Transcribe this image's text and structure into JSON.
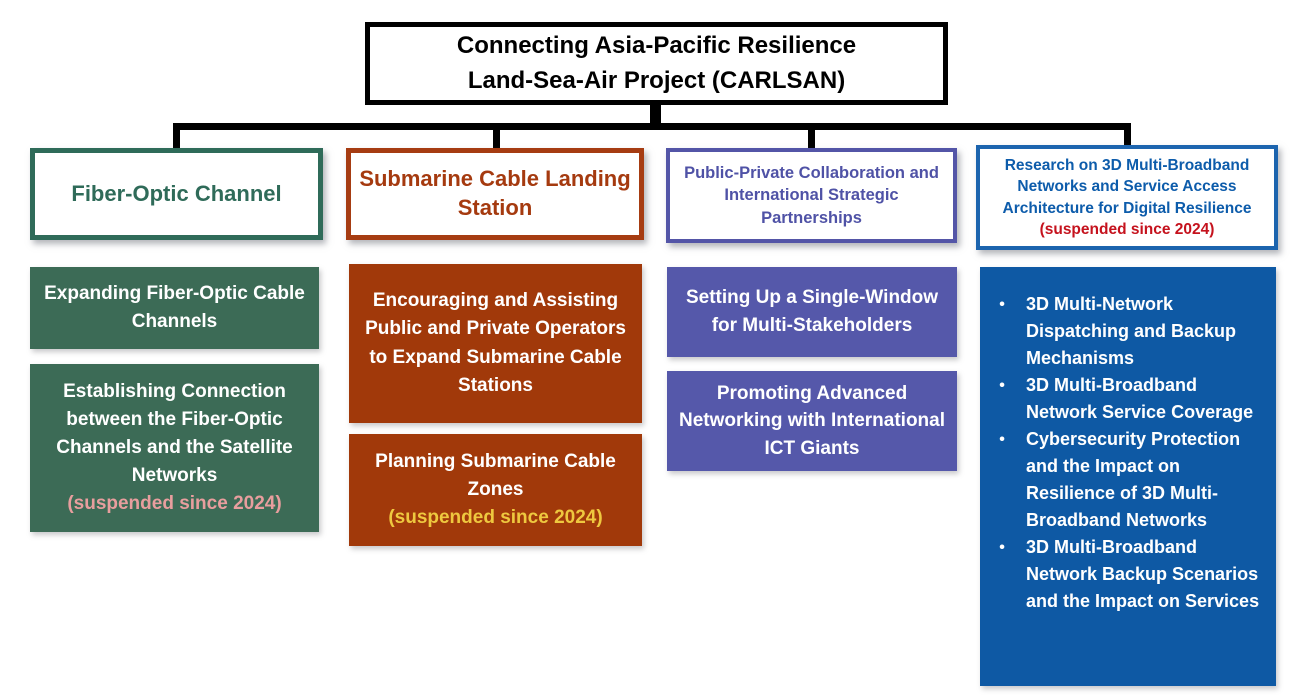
{
  "title": {
    "line1": "Connecting Asia-Pacific Resilience",
    "line2": "Land-Sea-Air Project (CARLSAN)"
  },
  "colors": {
    "connector": "#000000",
    "green_accent": "#2F6B59",
    "green_fill": "#3C6B56",
    "green_suspended_text": "#E89E9E",
    "rust_accent": "#A63C12",
    "rust_fill": "#A1390A",
    "rust_suspended_text": "#EEC83F",
    "purple_accent": "#5355A7",
    "purple_fill": "#5558AA",
    "blue_accent": "#1C64AE",
    "blue_fill": "#0E59A4",
    "header_suspended_red": "#C5121D"
  },
  "columns": [
    {
      "header": "Fiber-Optic Channel",
      "items": [
        {
          "text": "Expanding Fiber-Optic Cable Channels"
        },
        {
          "text": "Establishing Connection between the Fiber-Optic Channels and the Satellite Networks",
          "suspended": "(suspended since 2024)"
        }
      ]
    },
    {
      "header": "Submarine Cable Landing Station",
      "items": [
        {
          "text": "Encouraging and Assisting Public and Private Operators to Expand Submarine Cable Stations"
        },
        {
          "text": "Planning Submarine Cable Zones",
          "suspended": "(suspended since 2024)"
        }
      ]
    },
    {
      "header": "Public-Private Collaboration and International Strategic Partnerships",
      "items": [
        {
          "text": "Setting Up a Single-Window for Multi-Stakeholders"
        },
        {
          "text": "Promoting  Advanced Networking with International ICT Giants"
        }
      ]
    },
    {
      "header": "Research on 3D Multi-Broadband Networks and Service Access Architecture for Digital Resilience",
      "header_suspended": "(suspended since 2024)",
      "bullets": [
        "3D Multi-Network Dispatching and Backup Mechanisms",
        "3D Multi-Broadband Network Service Coverage",
        "Cybersecurity Protection and the Impact on Resilience of 3D Multi-Broadband Networks",
        "3D Multi-Broadband Network Backup Scenarios and the Impact on Services"
      ]
    }
  ]
}
